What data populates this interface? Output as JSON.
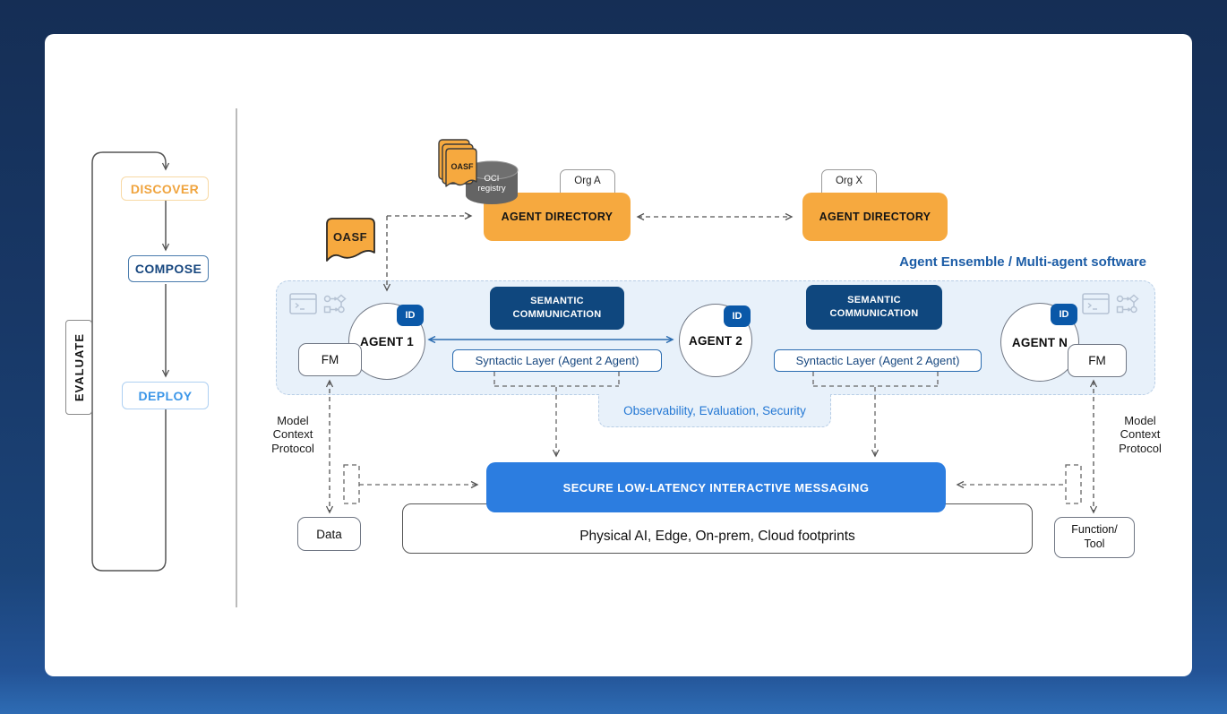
{
  "lifecycle": {
    "evaluate": "EVALUATE",
    "discover": "DISCOVER",
    "compose": "COMPOSE",
    "deploy": "DEPLOY"
  },
  "registry": {
    "oasf_doc": "OASF",
    "oasf_stack": "OASF",
    "oci": "OCI registry",
    "org_a": "Org A",
    "org_x": "Org X",
    "directory_left": "AGENT DIRECTORY",
    "directory_right": "AGENT DIRECTORY"
  },
  "ensemble": {
    "title": "Agent Ensemble / Multi-agent software",
    "id_badge": "ID",
    "fm": "FM",
    "semantic": "SEMANTIC COMMUNICATION",
    "syntactic": "Syntactic Layer (Agent 2 Agent)",
    "agents": [
      {
        "name": "AGENT 1"
      },
      {
        "name": "AGENT 2"
      },
      {
        "name": "AGENT N"
      }
    ],
    "footer": "Observability, Evaluation, Security"
  },
  "mcp": {
    "label": "Model Context Protocol"
  },
  "infra": {
    "messaging": "SECURE LOW-LATENCY INTERACTIVE MESSAGING",
    "footprints": "Physical AI, Edge, On-prem, Cloud footprints",
    "data": "Data",
    "function_line1": "Function/",
    "function_line2": "Tool"
  },
  "colors": {
    "background_navy": "#183867",
    "orange": "#F6A93F",
    "semantic_navy": "#0F477E",
    "id_badge_blue": "#0A58A8",
    "messaging_blue": "#2C7DE0",
    "ensemble_fill": "#E8F1FA",
    "ensemble_border": "#B8CEE6",
    "link_blue": "#2B6CB0",
    "title_blue": "#1B5CA6",
    "footer_blue": "#2478D4",
    "cylinder_gray": "#646464"
  }
}
